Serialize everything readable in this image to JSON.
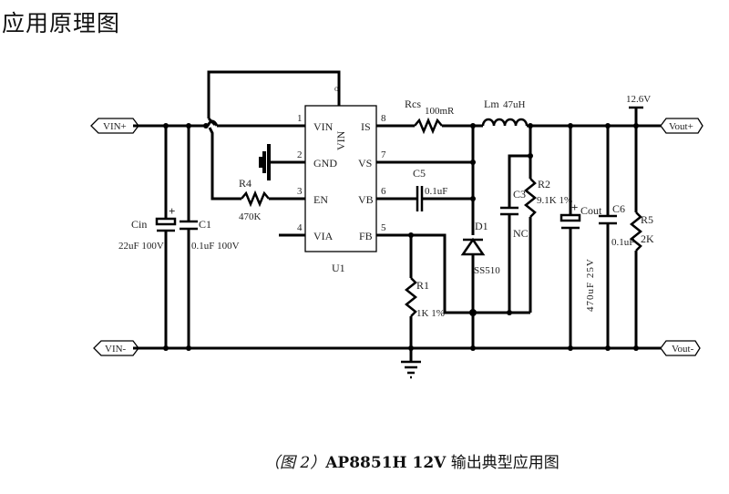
{
  "heading": "应用原理图",
  "caption": {
    "figure_ref": "（图 2）",
    "title_en": "AP8851H 12V",
    "title_cn": "输出典型应用图"
  },
  "ports": {
    "vin_plus": "VIN+",
    "vin_minus": "VIN-",
    "vout_plus": "Vout+",
    "vout_minus": "Vout-",
    "output_voltage": "12.6V"
  },
  "ic": {
    "ref": "U1",
    "vertical_label": "VIN",
    "pins_left": [
      {
        "num": "1",
        "name": "VIN"
      },
      {
        "num": "2",
        "name": "GND"
      },
      {
        "num": "3",
        "name": "EN"
      },
      {
        "num": "4",
        "name": "VIA"
      }
    ],
    "pins_right": [
      {
        "num": "8",
        "name": "IS"
      },
      {
        "num": "7",
        "name": "VS"
      },
      {
        "num": "6",
        "name": "VB"
      },
      {
        "num": "5",
        "name": "FB"
      }
    ]
  },
  "components": {
    "cin": {
      "ref": "Cin",
      "value": "22uF 100V"
    },
    "c1": {
      "ref": "C1",
      "value": "0.1uF 100V"
    },
    "r4": {
      "ref": "R4",
      "value": "470K"
    },
    "rcs": {
      "ref": "Rcs",
      "value": "100mR"
    },
    "lm": {
      "ref": "Lm",
      "value": "47uH"
    },
    "c5": {
      "ref": "C5",
      "value": "0.1uF"
    },
    "d1": {
      "ref": "D1",
      "value": "SS510"
    },
    "c3": {
      "ref": "C3",
      "value": "NC"
    },
    "r2": {
      "ref": "R2",
      "value": "9.1K 1%"
    },
    "r1": {
      "ref": "R1",
      "value": "1K 1%"
    },
    "cout": {
      "ref": "Cout",
      "value": "470uF 25V"
    },
    "c6": {
      "ref": "C6",
      "value": "0.1uF"
    },
    "r5": {
      "ref": "R5",
      "value": "2K"
    }
  }
}
